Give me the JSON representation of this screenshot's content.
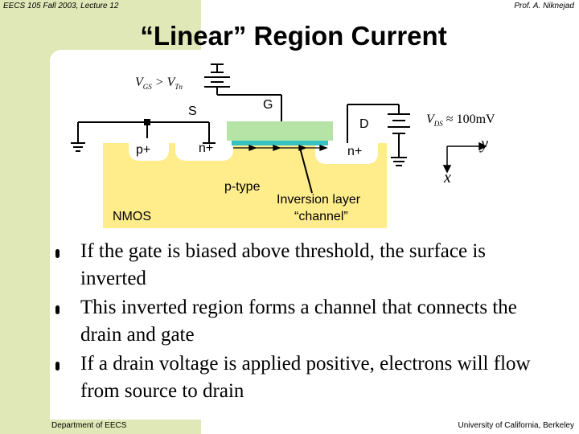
{
  "header": {
    "left": "EECS 105 Fall 2003, Lecture 12",
    "right": "Prof. A. Niknejad"
  },
  "title": "“Linear” Region Current",
  "diagram": {
    "vgs_label": "V",
    "vgs_sub": "GS",
    "vgs_gt": " > V",
    "vth_sub": "Tn",
    "gate_label": "G",
    "source_label": "S",
    "drain_label": "D",
    "p_plus": "p+",
    "n_plus_source": "n+",
    "n_plus_drain": "n+",
    "substrate": "p-type",
    "device": "NMOS",
    "inversion_label_1": "Inversion layer",
    "inversion_label_2": "“channel”",
    "vds_label": "V",
    "vds_sub": "DS",
    "vds_value": " ≈ 100mV",
    "axis_y": "y",
    "axis_x": "x"
  },
  "bullets": [
    "If the gate is biased above threshold, the surface is inverted",
    "This inverted region forms a channel that connects the drain and gate",
    "If a drain voltage is applied positive, electrons will flow from source to drain"
  ],
  "footer": {
    "left": "Department of EECS",
    "right": "University of California, Berkeley"
  },
  "colors": {
    "background_accent": "#dfe8b6",
    "substrate": "#ffec8b",
    "gate_oxide": "#b6e3a6",
    "channel": "#36c2c2"
  }
}
